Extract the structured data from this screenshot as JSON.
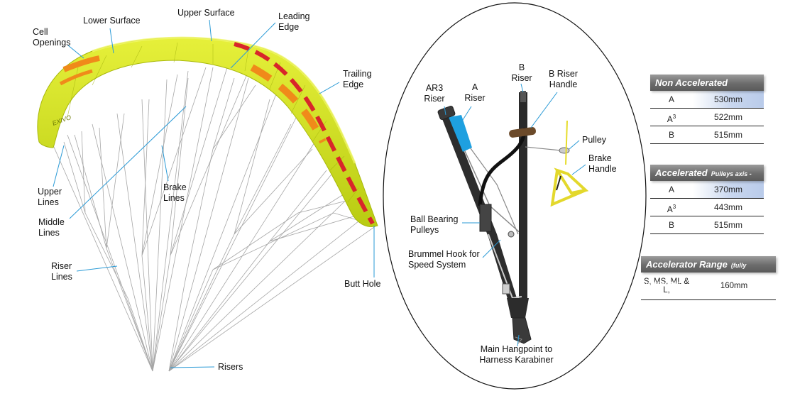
{
  "glider_labels": {
    "cell_openings": "Cell Openings",
    "lower_surface": "Lower Surface",
    "upper_surface": "Upper Surface",
    "leading_edge": "Leading Edge",
    "trailing_edge": "Trailing Edge",
    "upper_lines": "Upper Lines",
    "middle_lines": "Middle Lines",
    "brake_lines": "Brake Lines",
    "riser_lines": "Riser Lines",
    "risers": "Risers",
    "butt_hole": "Butt Hole"
  },
  "riser_labels": {
    "ar3_riser": "AR3 Riser",
    "a_riser": "A Riser",
    "b_riser": "B Riser",
    "b_riser_handle": "B Riser Handle",
    "pulley": "Pulley",
    "brake_handle": "Brake Handle",
    "ball_bearing": "Ball Bearing Pulleys",
    "brummel_hook": "Brummel Hook for Speed System",
    "main_hangpoint": "Main Hangpoint to Harness Karabiner"
  },
  "tables": {
    "non_accelerated": {
      "title": "Non Accelerated",
      "rows": [
        {
          "key": "A",
          "value": "530mm"
        },
        {
          "key": "A",
          "sup": "3",
          "value": "522mm"
        },
        {
          "key": "B",
          "value": "515mm"
        }
      ]
    },
    "accelerated": {
      "title": "Accelerated",
      "subtitle": "Pulleys axis - axis",
      "rows": [
        {
          "key": "A",
          "value": "370mm"
        },
        {
          "key": "A",
          "sup": "3",
          "value": "443mm"
        },
        {
          "key": "B",
          "value": "515mm"
        }
      ]
    },
    "range": {
      "title": "Accelerator Range",
      "subtitle": "(fully overlapped)",
      "key": "S, MS, ML & L,",
      "value": "160mm"
    }
  },
  "colors": {
    "wing": "#d4e41c",
    "wing_dark": "#b6c810",
    "band_orange": "#f08a1a",
    "band_red": "#d8262a",
    "pointer": "#2a9ad6",
    "line": "#9a9a9a",
    "riser_blue": "#1ea0e0"
  }
}
